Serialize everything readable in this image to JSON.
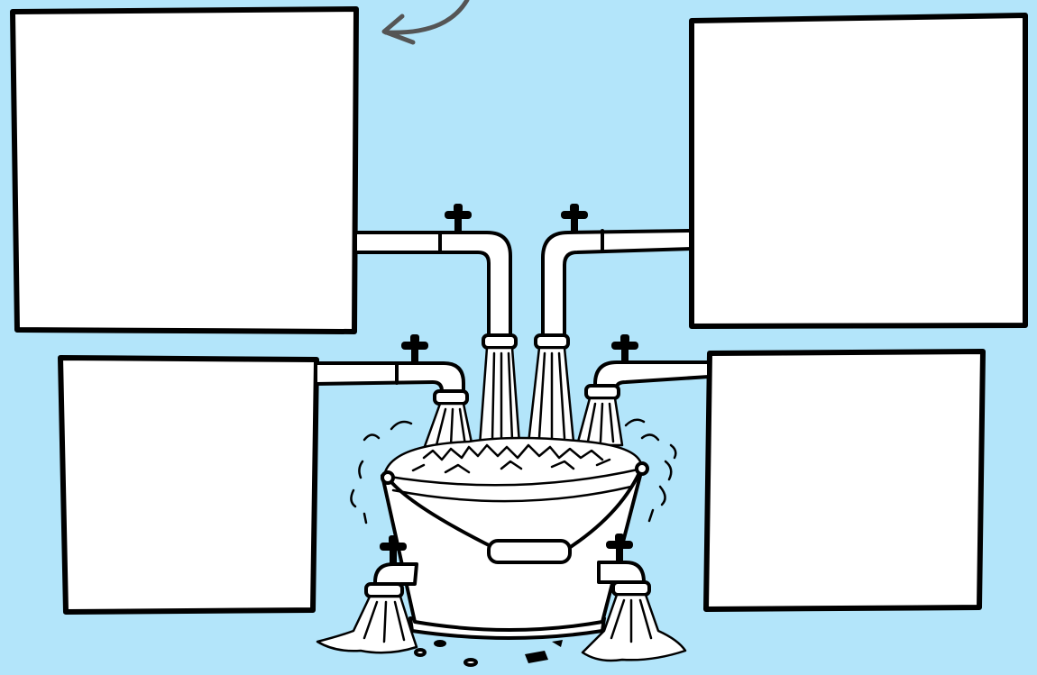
{
  "diagram": {
    "background_color": "#b3e5fa",
    "box_fill": "#ffffff",
    "outline_color": "#000000",
    "arrow_color": "#555555",
    "input_boxes": [
      {
        "id": "top-left",
        "text": ""
      },
      {
        "id": "top-right",
        "text": ""
      },
      {
        "id": "bottom-left",
        "text": ""
      },
      {
        "id": "bottom-right",
        "text": ""
      }
    ],
    "inflow_taps": 4,
    "outflow_taps": 2,
    "icons": [
      "bucket-icon",
      "faucet-icon",
      "curved-arrow-icon",
      "water-splash-icon"
    ]
  }
}
